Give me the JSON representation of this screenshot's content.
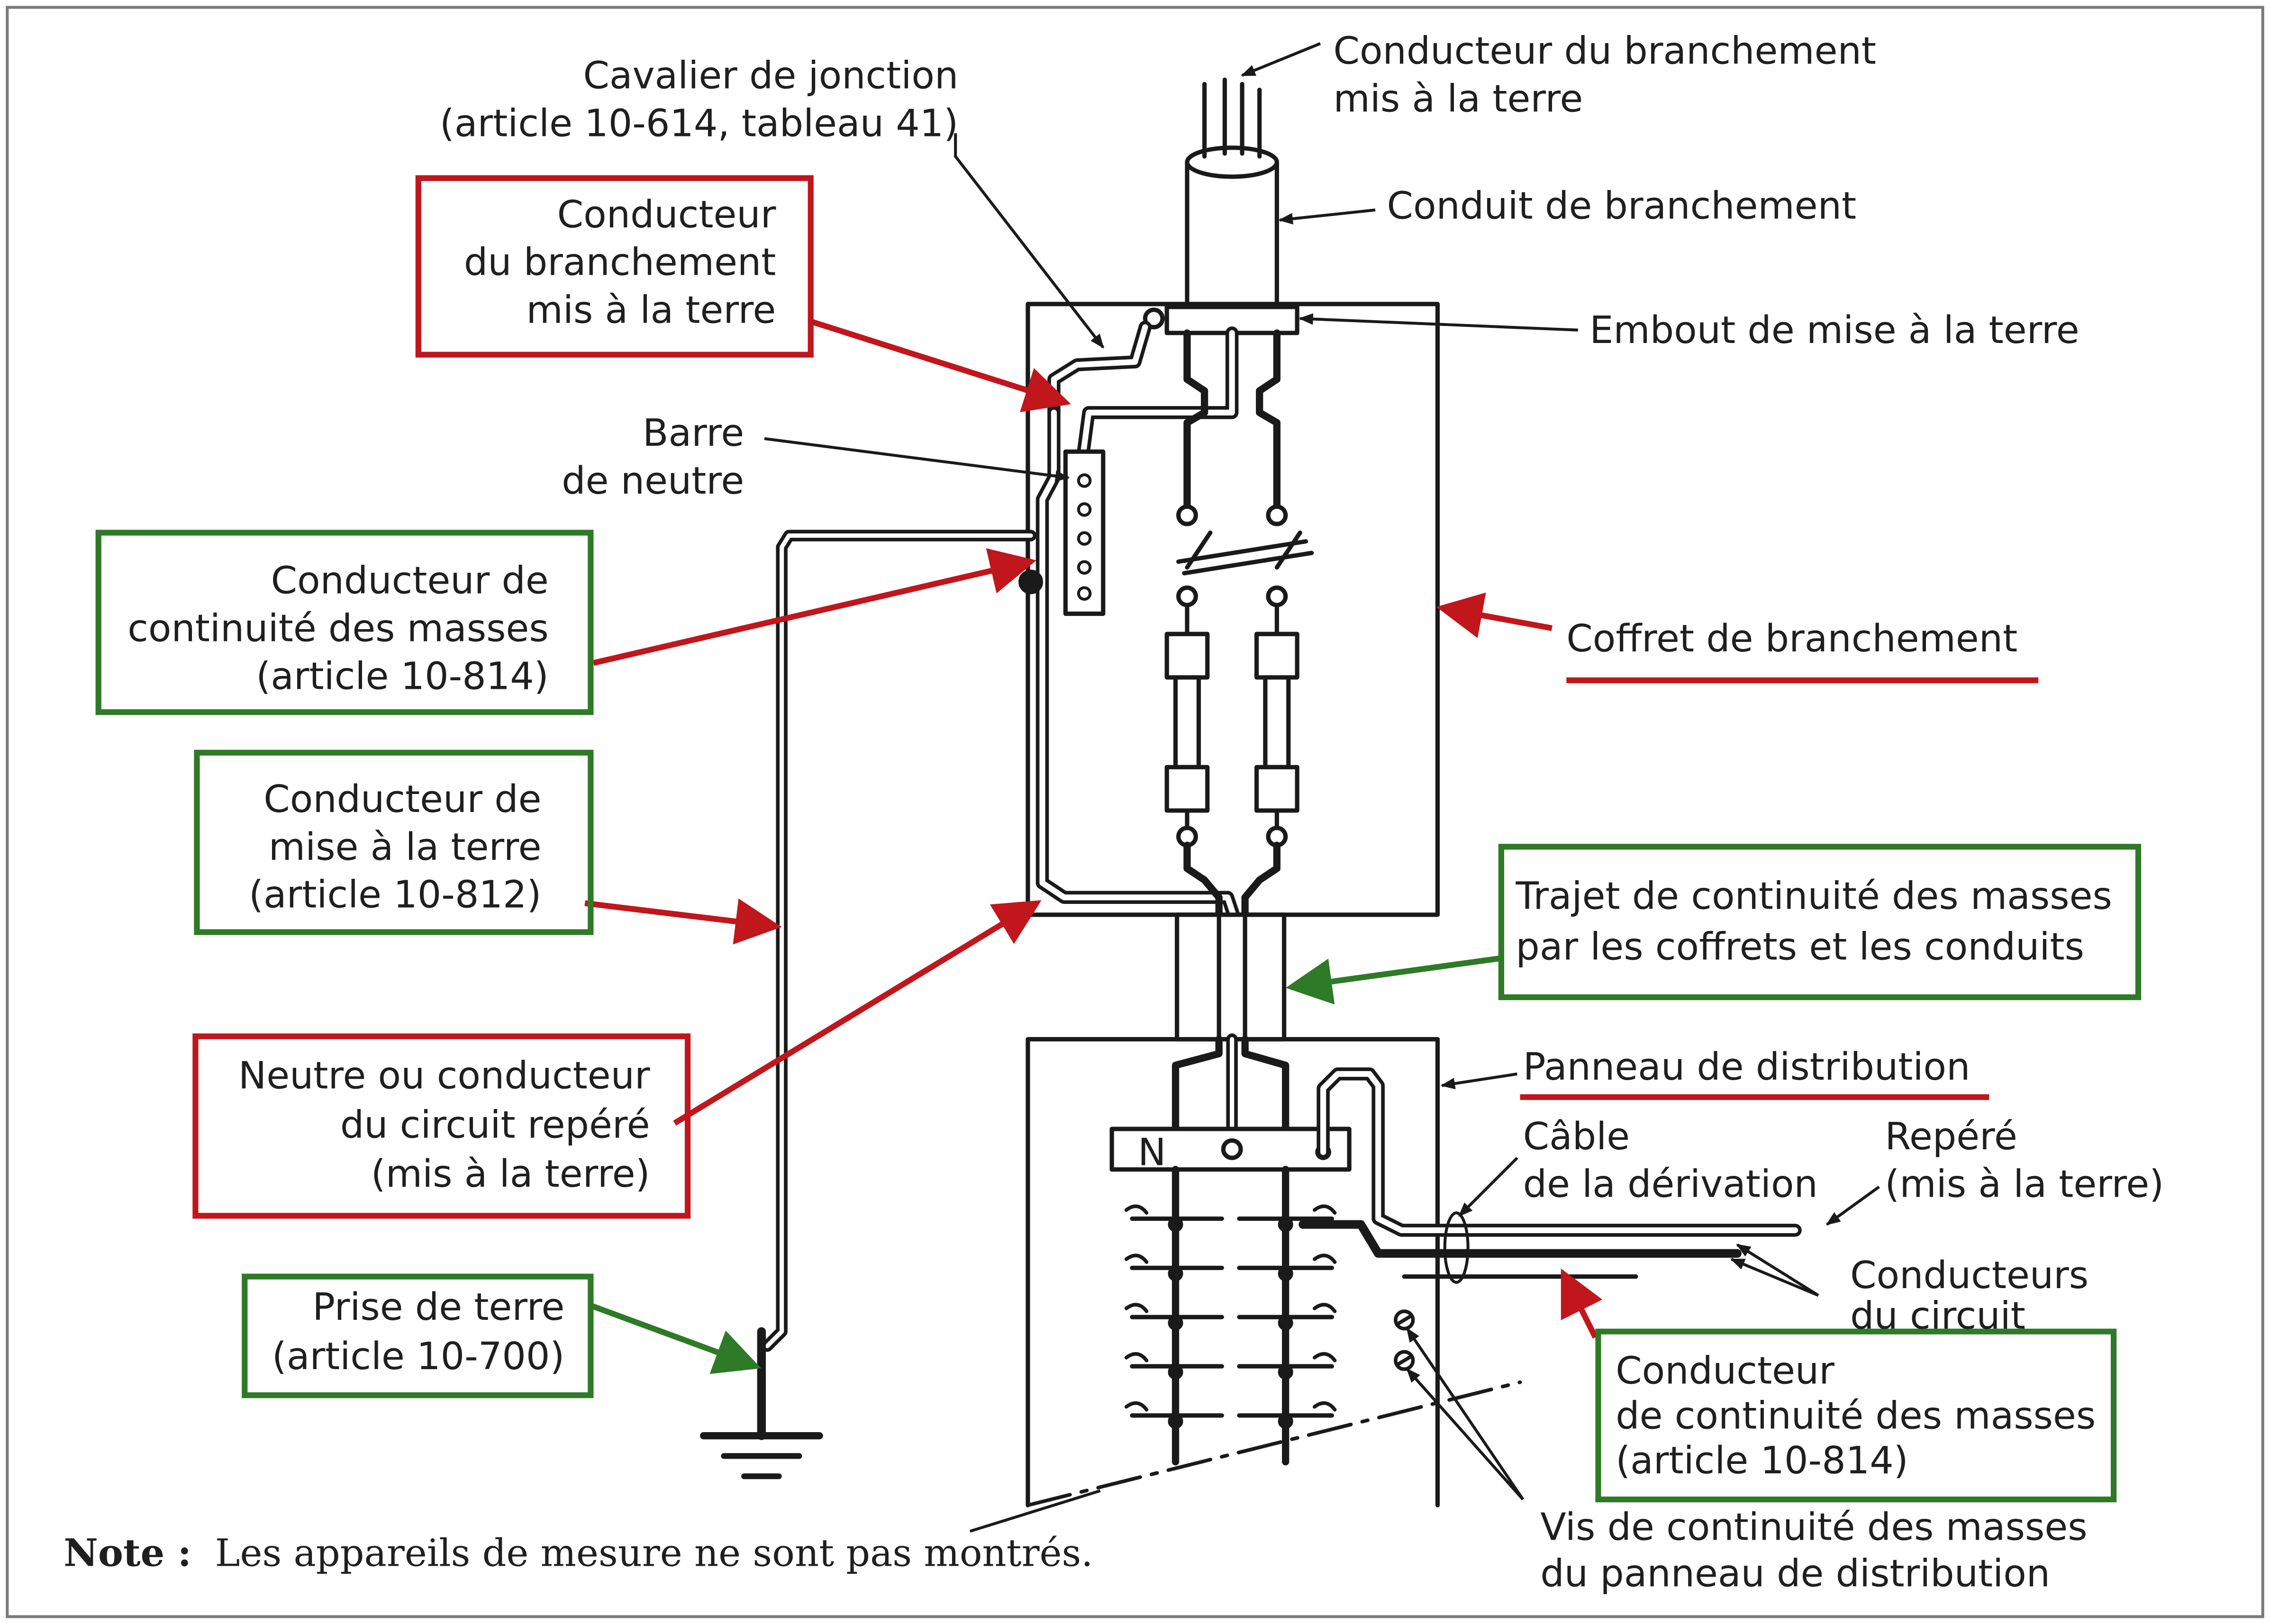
{
  "labels": {
    "conducteur_branchement_top": [
      "Conducteur du branchement",
      "mis à la terre"
    ],
    "cavalier": [
      "Cavalier de jonction",
      "(article 10-614, tableau 41)"
    ],
    "conduit_branchement": "Conduit de branchement",
    "embout": "Embout de mise à la terre",
    "conducteur_branchement_box": [
      "Conducteur",
      "du branchement",
      "mis à la terre"
    ],
    "barre_neutre": [
      "Barre",
      "de neutre"
    ],
    "continuite_masses_left": [
      "Conducteur de",
      "continuité des masses",
      "(article 10-814)"
    ],
    "coffret": "Coffret de branchement",
    "mise_terre": [
      "Conducteur de",
      "mise à la terre",
      "(article 10-812)"
    ],
    "trajet": [
      "Trajet de continuité des masses",
      "par les coffrets et les conduits"
    ],
    "neutre": [
      "Neutre ou conducteur",
      "du circuit repéré",
      "(mis à la terre)"
    ],
    "panneau": "Panneau de distribution",
    "cable": [
      "Câble",
      "de la dérivation"
    ],
    "repere": [
      "Repéré",
      "(mis à la terre)"
    ],
    "conducteurs_circuit": [
      "Conducteurs",
      "du circuit"
    ],
    "prise_terre": [
      "Prise de terre",
      "(article 10-700)"
    ],
    "continuite_masses_right": [
      "Conducteur",
      "de continuité des masses",
      "(article 10-814)"
    ],
    "vis": [
      "Vis de continuité des masses",
      "du panneau de distribution"
    ],
    "n_letter": "N"
  },
  "note": {
    "bold": "Note :",
    "text": "Les appareils de mesure ne sont pas montrés."
  },
  "colors": {
    "red_highlight": "#c0161c",
    "green_highlight": "#2e7a26",
    "line": "#1a1a1a",
    "outer_frame": "#7a7a7a"
  }
}
